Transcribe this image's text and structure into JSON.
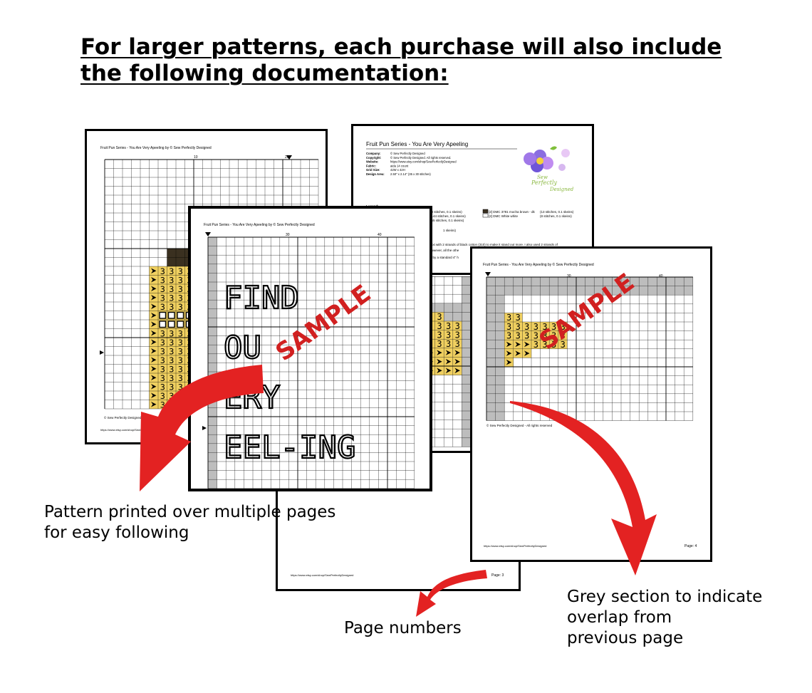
{
  "headline": {
    "line1": "For larger patterns, each purchase will also include",
    "line2": "the following documentation:"
  },
  "captions": {
    "multiple_pages": [
      "Pattern printed over multiple pages",
      "for easy following"
    ],
    "page_numbers": "Page numbers",
    "grey_section": [
      "Grey section to indicate",
      "overlap from",
      "previous page"
    ]
  },
  "sheet_header": "Fruit Pun Series - You Are Very Apeeling by © Sew Perfectly Designed",
  "sheet_footer_url": "https://www.etsy.com/shop/SewPerfectlyDesigned",
  "copyright_line": "© Sew Perfectly Designed - All rights reserved",
  "watermark": "SAMPLE",
  "cover": {
    "title": "Fruit Pun Series - You Are Very Apeeling",
    "logo_words": [
      "Sew",
      "Perfectly",
      "Designed"
    ],
    "details": [
      [
        "Company:",
        "© Sew Perfectly Designed"
      ],
      [
        "Copyright:",
        "© Sew Perfectly Designed. All rights reserved."
      ],
      [
        "Website:",
        "https://www.etsy.com/shop/SewPerfectlyDesigned"
      ],
      [
        "Fabric:",
        "aida 14 count"
      ],
      [
        "Grid Size:",
        "42W x 42H"
      ],
      [
        "Design Area:",
        "2.50\" x 2.14\"  (35 x 30 stitches)"
      ]
    ],
    "legend_label": "Legend:",
    "legend_rows": [
      "(8 stitches, 0.1 skeins)",
      "(144 stitches, 0.1 skeins)",
      "(65 stitches, 0.1 skeins)"
    ],
    "legend_right": [
      [
        "[2]  DMC   3781   mocha brown - dk",
        "(13 stitches, 0.1 skeins)"
      ],
      [
        "[2]  DMC   White   white",
        "(8 stitches, 0.1 skeins)"
      ]
    ],
    "skeins_note": "1 skeins)",
    "note1": "ten text with 2 strands of black cotton (310) to make it stand out more. I also used 2 strands of",
    "note2": "th. However, all the othe",
    "note3": "rmed by a standard 4\" h"
  },
  "page_labels": {
    "page3": "Page: 3",
    "page4": "Page: 4"
  },
  "axis_numbers": {
    "n10": "10",
    "n20": "20",
    "n30": "30",
    "n40": "40"
  },
  "chart_symbols": {
    "three": "3"
  },
  "big_text": [
    "FIND",
    "OU",
    "ERY",
    "EEL-ING"
  ],
  "colors": {
    "arrow_red": "#e32222",
    "yellow_fill": "#f0d060",
    "grey_overlap": "#bdbdbd",
    "dark_brown": "#3a3020"
  }
}
